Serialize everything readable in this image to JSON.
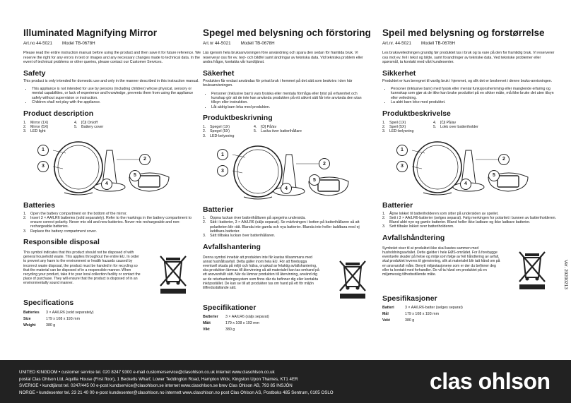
{
  "col1": {
    "title": "Illuminated Magnifying Mirror",
    "art_label": "Art.no  44-5021",
    "model_label": "Model  TB-0678H",
    "intro": "Please read the entire instruction manual before using the product and then save it for future reference. We reserve the right for any errors in text or images and any necessary changes made to technical data. In the event of technical problems or other queries, please contact our Customer Services.",
    "safety_title": "Safety",
    "safety_text": "This product is only intended for domestic use and only in the manner described in this instruction manual.",
    "safety_bullets": [
      "This appliance is not intended for use by persons (including children) whose physical, sensory or mental capabilities, or lack of experience and knowledge, prevents them from using the appliance safely without supervision or instruction.",
      "Children shall not play with the appliance."
    ],
    "desc_title": "Product description",
    "desc_left": [
      "Mirror (1X)",
      "Mirror (5X)",
      "LED light"
    ],
    "desc_right": [
      "[⏻] On/off",
      "Battery cover"
    ],
    "batt_title": "Batteries",
    "batt_steps": [
      "Open the battery compartment on the bottom of the mirror.",
      "Insert 3 × AA/LR6 batteries (sold separately). Refer to the markings in the battery compartment to ensure correct polarity. Never mix old and new batteries. Never mix rechargeable and non-rechargeable batteries.",
      "Replace the battery compartment cover."
    ],
    "disp_title": "Responsible disposal",
    "disp_text": "This symbol indicates that this product should not be disposed of with general household waste. This applies throughout the entire EU. In order to prevent any harm to the environment or health hazards caused by incorrect waste disposal, the product must be handed in for recycling so that the material can be disposed of in a responsible manner. When recycling your product, take it to your local collection facility or contact the place of purchase. They will ensure that the product is disposed of in an environmentally sound manner.",
    "spec_title": "Specifications",
    "spec": [
      {
        "k": "Batteries",
        "v": "3 × AA/LR6 (sold separately)"
      },
      {
        "k": "Size",
        "v": "179 x 108 x 193 mm"
      },
      {
        "k": "Weight",
        "v": "380 g"
      }
    ]
  },
  "col2": {
    "title": "Spegel med belysning och förstoring",
    "art_label": "Art.nr  44-5021",
    "model_label": "Modell  TB-0678H",
    "intro": "Läs igenom hela bruksanvisningen före användning och spara den sedan för framtida bruk. Vi reserverar oss för ev. text- och bildfel samt ändringar av tekniska data. Vid tekniska problem eller andra frågor, kontakta vår kundtjänst.",
    "safety_title": "Säkerhet",
    "safety_text": "Produkten får endast användas för privat bruk i hemmet på det sätt som beskrivs i den här bruksanvisningen.",
    "safety_bullets": [
      "Personer (inklusive barn) vars fysiska eller mentala förmåga eller brist på erfarenhet och kunskap gör att de inte kan använda produkten på ett säkert sätt får inte använda den utan tillsyn eller instruktion.",
      "Låt aldrig barn leka med produkten."
    ],
    "desc_title": "Produktbeskrivning",
    "desc_left": [
      "Spegel (1X)",
      "Spegel (5X)",
      "LED-belysning"
    ],
    "desc_right": [
      "[⏻] På/av",
      "Lucka över batterihållare"
    ],
    "batt_title": "Batterier",
    "batt_steps": [
      "Öppna luckan över batterihållaren på spegelns undersida.",
      "Sätt i batterier, 3 × AA/LR6 (säljs separat). Se märkningen i botten på batterihållaren så att polariteten blir rätt. Blanda inte gamla och nya batterier. Blanda inte heller laddbara med ej laddbara batterier.",
      "Sätt tillbaka luckan över batterihållaren."
    ],
    "disp_title": "Avfallshantering",
    "disp_text": "Denna symbol innebär att produkten inte får kastas tillsammans med annat hushållsavfall. Detta gäller inom hela EU. För att förebygga eventuell skada på miljö och hälsa, orsakad av felaktig avfallshantering, ska produkten lämnas till återvinning så att materialet kan tas omhand på ett ansvarsfullt sätt. När du lämnar produkten till återvinning, använd dig av de returhanteringssystem som finns där du befinner dig eller kontakta inköpsstället. De kan se till att produkten tas om hand på ett för miljön tillfredsställande sätt.",
    "spec_title": "Specifikationer",
    "spec": [
      {
        "k": "Batterier",
        "v": "3 × AA/LR6 (säljs separat)"
      },
      {
        "k": "Mått",
        "v": "179 x 108 x 193 mm"
      },
      {
        "k": "Vikt",
        "v": "380 g"
      }
    ]
  },
  "col3": {
    "title": "Speil med belysning og forstørrelse",
    "art_label": "Art.nr.  44-5021",
    "model_label": "Modell  TB-0678H",
    "intro": "Les bruksveiledningen grundig før produktet tas i bruk og ta vare på den for framtidig bruk. Vi reserverer oss mot ev. feil i tekst og bilde, samt forandringer av tekniske data. Ved tekniske problemer eller spørsmål, ta kontakt med vårt kundesenter.",
    "safety_title": "Sikkerhet",
    "safety_text": "Produktet er kun beregnet til vanlig bruk i hjemmet, og slik det er beskrevet i denne bruks-anvisningen.",
    "safety_bullets": [
      "Personer (inklusive barn) med fysisk eller mental funksjonshemming eller manglende erfaring og kunnskap som gjør at de ikke kan bruke produktet på en sikker måte, må ikke bruke det uten tilsyn eller veiledning.",
      "La aldri barn leke med produktet."
    ],
    "desc_title": "Produktbeskrivelse",
    "desc_left": [
      "Speil (1X)",
      "Speil (5X)",
      "LED-belysning"
    ],
    "desc_right": [
      "[⏻] På/av",
      "Lokk over batteriholder"
    ],
    "batt_title": "Batterier",
    "batt_steps": [
      "Åpne lokket til batteriholderen som sitter på undersiden av speilet.",
      "Sett i 3 × AA/LR6-batterier (selges separat). Følg merkingen for polaritet i bunnen av batteriholderen. Bland aldri nye og gamle batterier. Bland heller ikke ladbare og ikke ladbare batterier.",
      "Sett tilbake lokket over batteriholderen."
    ],
    "disp_title": "Avfallshåndtering",
    "disp_text": "Symbolet viser til at produktet ikke skal kastes sammen med husholdningsavfallet. Dette gjelder i hele EØS-området. For å forebygge eventuelle skader på helse og miljø som følge av feil håndtering av avfall, skal produktet leveres til gjenvinning, slik at materialet blir tatt hånd om på en ansvarsfull måte. Benytt miljøstasjonene som er der du befinner deg eller ta kontakt med forhandler. De vil ta hånd om produktet på en miljømessig tilfredsstillende måte.",
    "spec_title": "Spesifikasjoner",
    "spec": [
      {
        "k": "Batteri",
        "v": "3 × AA/LR6-batter (selges separat)"
      },
      {
        "k": "Mål",
        "v": "179 x 108 x 193 mm"
      },
      {
        "k": "Vekt",
        "v": "380 g"
      }
    ]
  },
  "vertical": "Ver. 20200213",
  "footer": {
    "line1": "UNITED KINGDOM • customer service  tel. 020 8247 9300   e-mail customerservice@clasohlson.co.uk   internet www.clasohlson.co.uk",
    "line2": "postal Clas Ohlson Ltd, Aquilla House (First floor), 1 Becketts Wharf, Lower Teddington Road, Hampton Wick, Kingston Upon Thames, KT1 4ER",
    "line3": "SVERIGE • kundtjänst  tel. 0247/445 00   e-post kundservice@clasohlson.se   internet www.clasohlson.se   brev Clas Ohlson AB, 793 85 INSJÖN",
    "line4": "NORGE • kundesenter  tel. 23 21 40 00   e-post kundesenter@clasohlson.no   internett www.clasohlson.no   post Clas Ohlson AS, Postboks 485 Sentrum, 0105 OSLO",
    "logo": "clas ohlson"
  }
}
